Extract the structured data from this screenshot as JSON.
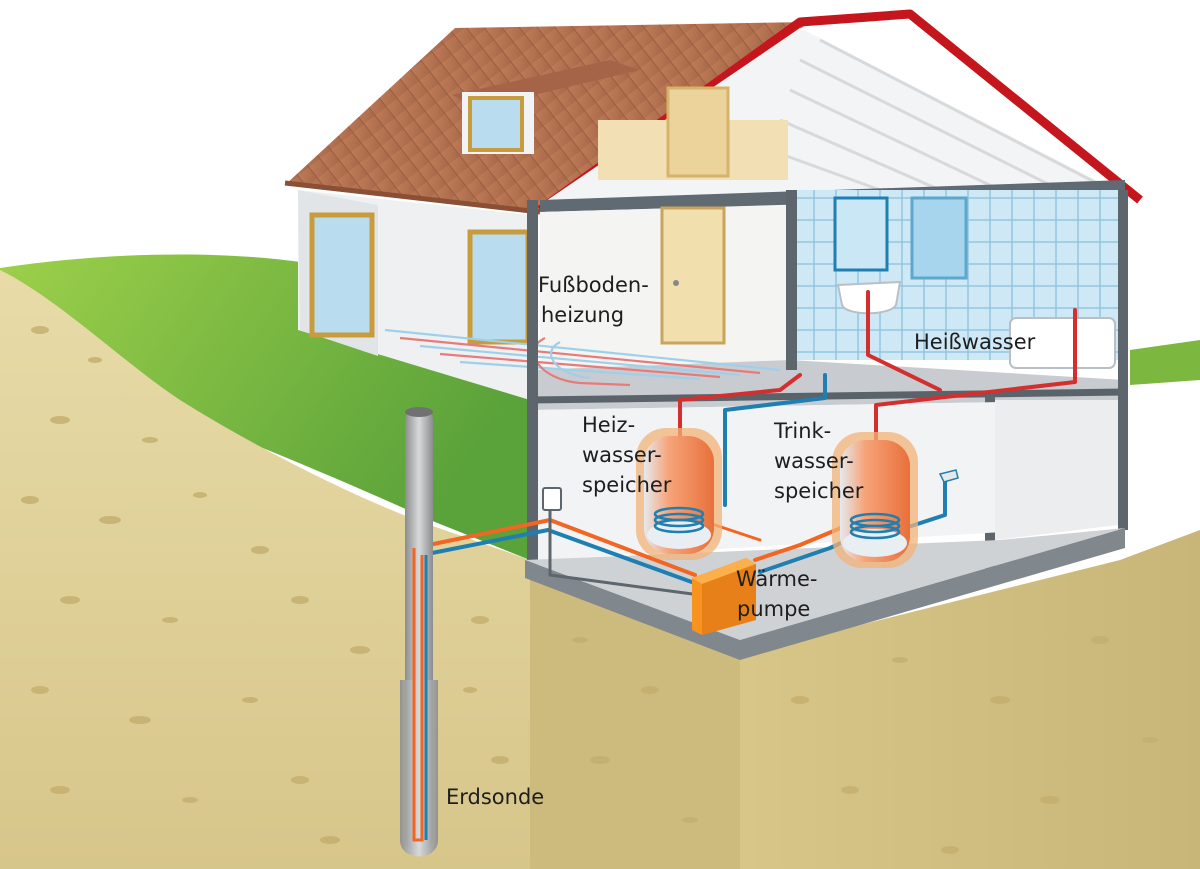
{
  "labels": {
    "fussboden_1": "Fußboden-",
    "fussboden_2": "heizung",
    "heisswasser": "Heißwasser",
    "heiz_1": "Heiz-",
    "heiz_2": "wasser-",
    "heiz_3": "speicher",
    "trink_1": "Trink-",
    "trink_2": "wasser-",
    "trink_3": "speicher",
    "waerme_1": "Wärme-",
    "waerme_2": "pumpe",
    "erdsonde": "Erdsonde"
  },
  "colors": {
    "hot_pipe": "#d32f2f",
    "cold_pipe": "#1f7fb0",
    "soil": "#d9c98f",
    "grass": "#8cc63f",
    "roof_tiles": "#b5734f",
    "roof_edge": "#c4161c",
    "tiles_bathroom": "#cfe8f5",
    "heat_pump": "#f7931e",
    "tank_glow": "#f3b37a"
  }
}
